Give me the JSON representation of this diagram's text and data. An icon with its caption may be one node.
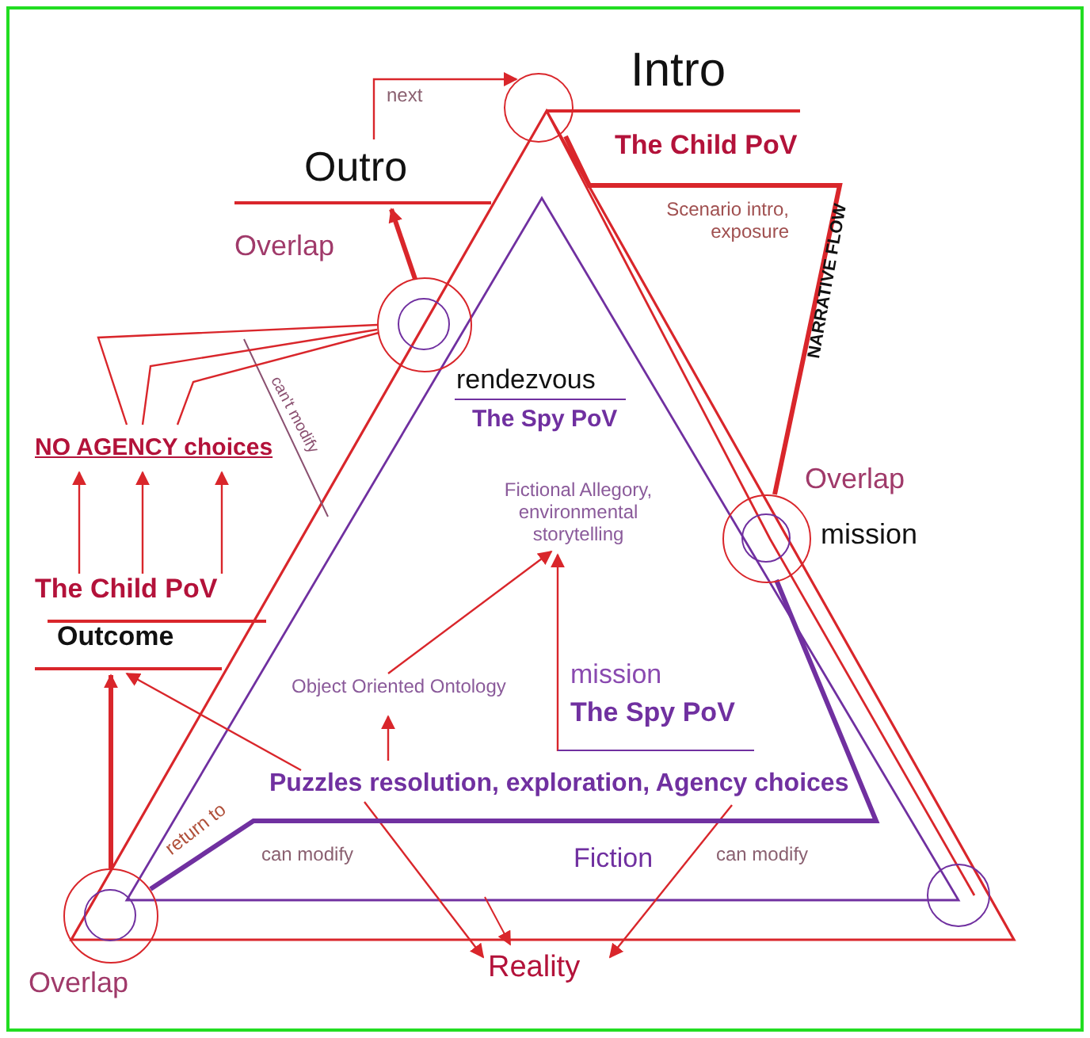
{
  "diagram": {
    "nodes": [
      {
        "text": [],
        "shape": "circle"
      },
      {
        "text": [
          "Outro"
        ]
      },
      {
        "text": [],
        "shape": "circle",
        "beside": [
          "Overlap"
        ]
      },
      {
        "text": [
          "NO AGENCY choices"
        ]
      },
      {
        "text": [
          "The Child PoV",
          "Outcome"
        ]
      },
      {
        "text": [],
        "shape": "circle",
        "beside": [
          "Overlap"
        ]
      },
      {
        "text": [
          "Puzzles resolution, exploration, Agency choices"
        ]
      },
      {
        "text": [
          "Object Oriented Ontology"
        ]
      },
      {
        "text": [
          "Fictional Allegory, environmental storytelling"
        ]
      },
      {
        "text": [
          "mission",
          "The Spy PoV"
        ]
      },
      {
        "text": [
          "Reality"
        ]
      },
      {
        "text": [
          "Fiction"
        ]
      },
      {
        "text": [],
        "shape": "circle",
        "beside": [
          "Overlap",
          "mission"
        ]
      },
      {
        "text": [],
        "shape": "circle"
      }
    ],
    "edges": [
      {
        "from": 1,
        "to": 0,
        "arrow": "to",
        "label": "next"
      },
      {
        "from": 2,
        "to": 1,
        "arrow": "to",
        "style": "thick"
      },
      {
        "from": 2,
        "to": 3,
        "arrow": "none"
      },
      {
        "from": 2,
        "to": 3,
        "arrow": "none"
      },
      {
        "from": 2,
        "to": 3,
        "arrow": "none"
      },
      {
        "from": 4,
        "to": 3,
        "arrow": "to"
      },
      {
        "from": 4,
        "to": 3,
        "arrow": "to"
      },
      {
        "from": 4,
        "to": 3,
        "arrow": "to"
      },
      {
        "from": 5,
        "to": 4,
        "arrow": "to",
        "style": "thick"
      },
      {
        "from": 6,
        "to": 4,
        "arrow": "to"
      },
      {
        "from": 6,
        "to": 7,
        "arrow": "to"
      },
      {
        "from": 7,
        "to": 8,
        "arrow": "to"
      },
      {
        "from": 9,
        "to": 8,
        "arrow": "to"
      },
      {
        "from": 6,
        "to": 10,
        "arrow": "to",
        "label": "can modify"
      },
      {
        "from": 6,
        "to": 10,
        "arrow": "to",
        "label": "can modify"
      },
      {
        "from": 12,
        "to": 5,
        "arrow": "none",
        "label": "return to",
        "style": "thick",
        "color": "#7030a0"
      },
      {
        "from": 0,
        "to": 12,
        "arrow": "none",
        "style": "thick"
      }
    ],
    "labels": [
      "Intro",
      "The Child PoV",
      "Scenario intro, exposure",
      "NARRATIVE FLOW",
      "can't modify",
      "rendezvous",
      "The Spy PoV"
    ]
  }
}
